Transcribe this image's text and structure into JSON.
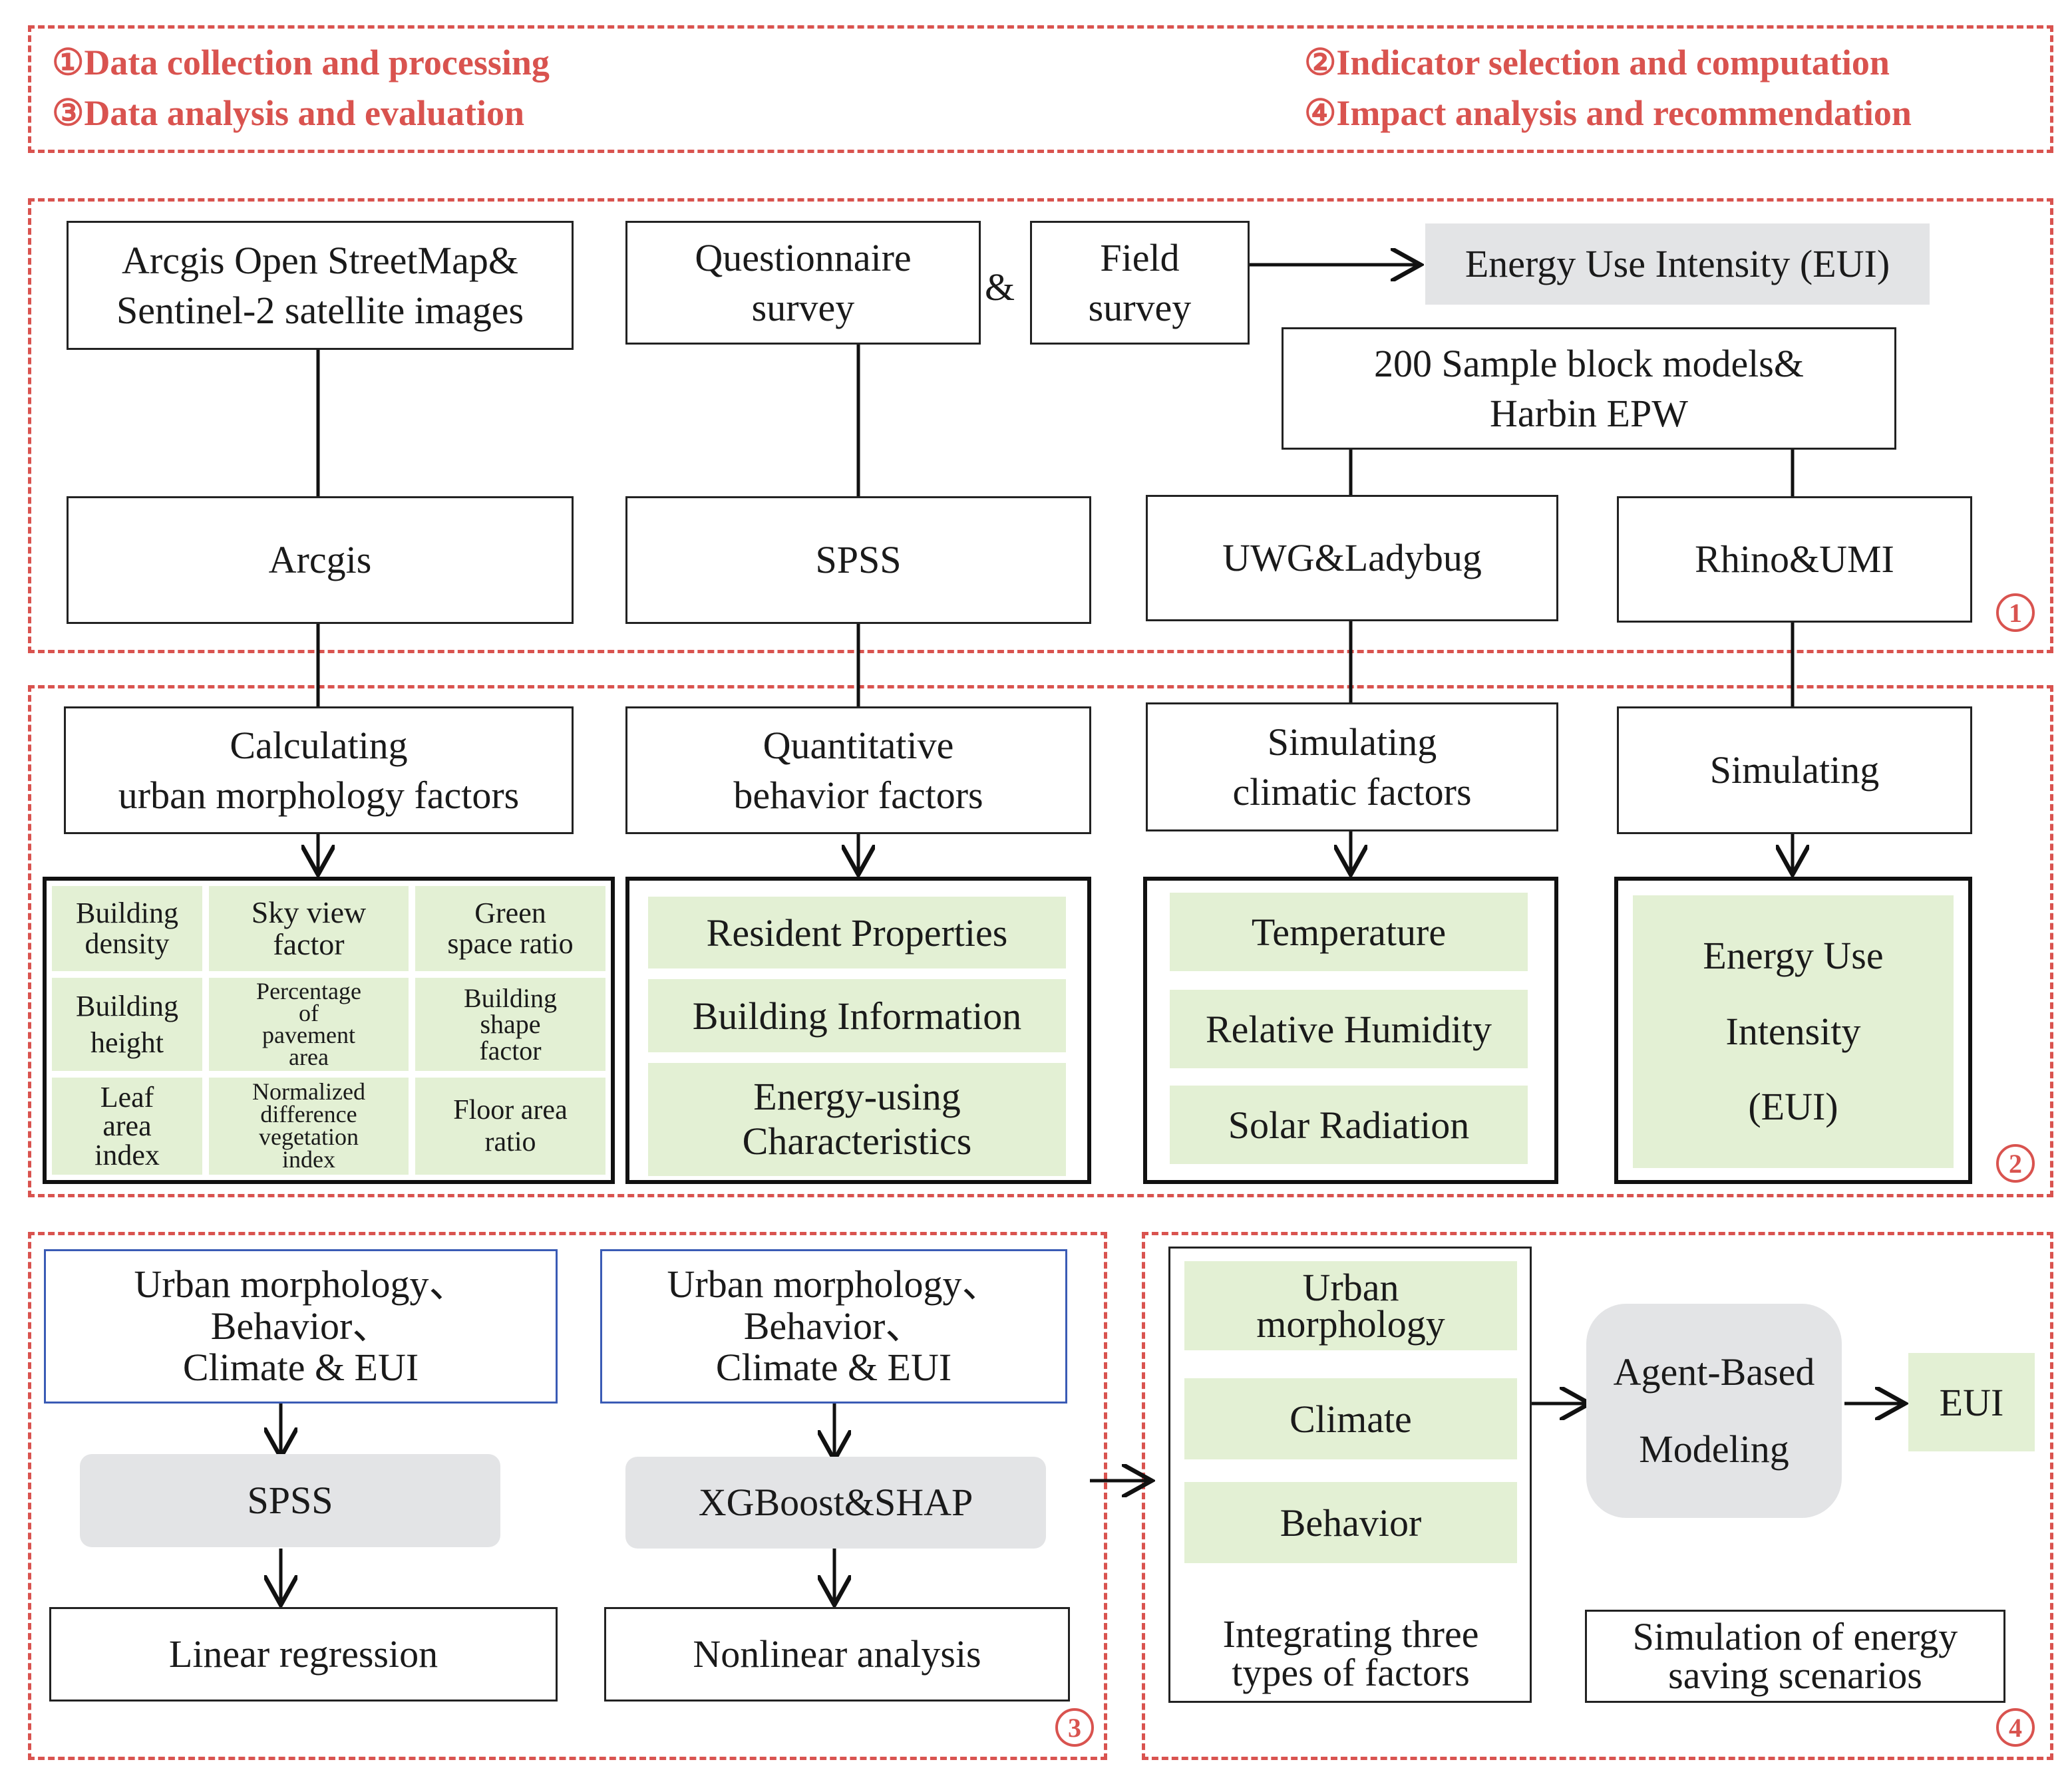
{
  "legend": {
    "s1": "①Data collection and processing",
    "s2": "②Indicator selection and computation",
    "s3": "③Data analysis and evaluation",
    "s4": "④Impact analysis and recommendation"
  },
  "section_numbers": {
    "n1": "1",
    "n2": "2",
    "n3": "3",
    "n4": "4"
  },
  "section1": {
    "arcgis_source": "Arcgis Open StreetMap&\nSentinel-2 satellite images",
    "questionnaire": "Questionnaire\nsurvey",
    "ampersand": "&",
    "field": "Field\nsurvey",
    "eui_label": "Energy Use Intensity (EUI)",
    "sample_models": "200 Sample block models&\nHarbin  EPW",
    "arcgis": "Arcgis",
    "spss": "SPSS",
    "uwg": "UWG&Ladybug",
    "rhino": "Rhino&UMI"
  },
  "section2": {
    "calc_morph": "Calculating\nurban morphology factors",
    "quant_behavior": "Quantitative\nbehavior factors",
    "sim_climatic": "Simulating\nclimatic factors",
    "simulating": "Simulating",
    "morph_factors": [
      "Building\ndensity",
      "Sky view\nfactor",
      "Green\nspace ratio",
      "Building\nheight",
      "Percentage\nof\npavement\narea",
      "Building\nshape\nfactor",
      "Leaf\narea\nindex",
      "Normalized\ndifference\nvegetation\nindex",
      "Floor area\nratio"
    ],
    "behavior_factors": [
      "Resident Properties",
      "Building  Information",
      "Energy-using\nCharacteristics"
    ],
    "climate_factors": [
      "Temperature",
      "Relative Humidity",
      "Solar Radiation"
    ],
    "eui_box": "Energy Use\n\nIntensity\n\n(EUI)"
  },
  "section3": {
    "inputs_left": "Urban morphology、\nBehavior、\n  Climate  &   EUI",
    "inputs_right": "Urban morphology、\nBehavior、\nClimate  &   EUI",
    "spss": "SPSS",
    "xgboost": "XGBoost&SHAP",
    "linear": "Linear regression",
    "nonlinear": "Nonlinear analysis"
  },
  "section4": {
    "factors": [
      "Urban\nmorphology",
      "Climate",
      "Behavior"
    ],
    "integrating": "Integrating three\ntypes of factors",
    "abm": "Agent-Based\n\nModeling",
    "eui": "EUI",
    "simulation": "Simulation of energy\nsaving scenarios"
  },
  "colors": {
    "dash_red": "#d9534f",
    "green_cell": "#e3f0d4",
    "grey_box": "#e3e4e6",
    "blue_border": "#3a5bb5"
  }
}
